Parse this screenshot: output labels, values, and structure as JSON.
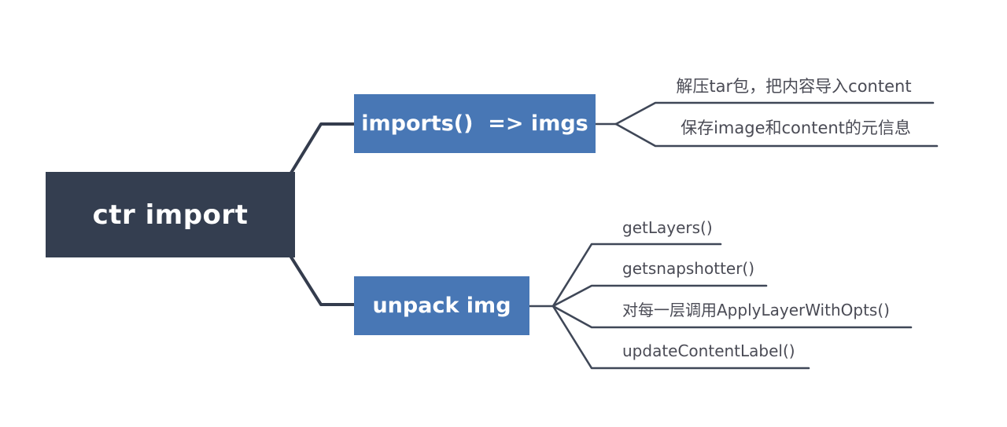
{
  "root": {
    "label": "ctr import"
  },
  "branches": [
    {
      "label": "imports()  => imgs",
      "children": [
        {
          "label": "解压tar包，把内容导入content"
        },
        {
          "label": "保存image和content的元信息"
        }
      ]
    },
    {
      "label": "unpack img",
      "children": [
        {
          "label": "getLayers()"
        },
        {
          "label": "getsnapshotter()"
        },
        {
          "label": "对每一层调用ApplyLayerWithOpts()"
        },
        {
          "label": "updateContentLabel()"
        }
      ]
    }
  ],
  "colors": {
    "background": "#ffffff",
    "root_bg": "#343e50",
    "branch_bg": "#4877b5",
    "node_text": "#ffffff",
    "connector_line": "#343c4d",
    "leaf_line": "#3f4757",
    "leaf_text": "#4a4b55"
  }
}
